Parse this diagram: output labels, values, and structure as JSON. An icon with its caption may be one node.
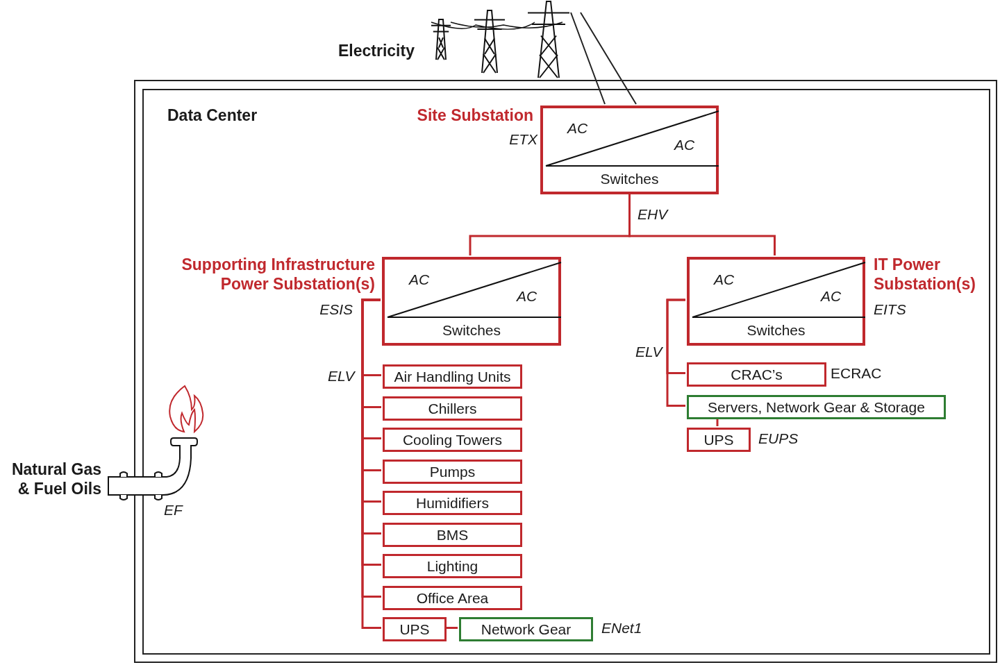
{
  "diagram": {
    "nodes": [
      {
        "text": [
          "Data Center"
        ]
      },
      {
        "text": [
          "Site Substation",
          "ETX",
          "AC",
          "AC",
          "Switches"
        ],
        "in": 0
      },
      {
        "text": [
          "Supporting Infrastructure Power Substation(s)",
          "ESIS",
          "AC",
          "AC",
          "Switches"
        ],
        "in": 0
      },
      {
        "text": [
          "IT Power Substation(s)",
          "EITS",
          "AC",
          "AC",
          "Switches"
        ],
        "in": 0
      },
      {
        "text": [
          "Air Handling Units"
        ],
        "in": 0
      },
      {
        "text": [
          "Chillers"
        ],
        "in": 0
      },
      {
        "text": [
          "Cooling Towers"
        ],
        "in": 0
      },
      {
        "text": [
          "Pumps"
        ],
        "in": 0
      },
      {
        "text": [
          "Humidifiers"
        ],
        "in": 0
      },
      {
        "text": [
          "BMS"
        ],
        "in": 0
      },
      {
        "text": [
          "Lighting"
        ],
        "in": 0
      },
      {
        "text": [
          "Office Area"
        ],
        "in": 0
      },
      {
        "text": [
          "UPS"
        ],
        "in": 0
      },
      {
        "text": [
          "Network Gear"
        ],
        "beside": [
          "ENet1"
        ],
        "in": 0
      },
      {
        "text": [
          "CRAC’s"
        ],
        "beside": [
          "ECRAC"
        ],
        "in": 0
      },
      {
        "text": [
          "Servers, Network Gear & Storage"
        ],
        "in": 0
      },
      {
        "text": [
          "UPS"
        ],
        "beside": [
          "EUPS"
        ],
        "in": 0
      },
      {
        "text": [],
        "shape": "picture",
        "beside": [
          "Electricity"
        ]
      }
    ],
    "edges": [
      {
        "from": 17,
        "to": 1,
        "arrow": "none",
        "color": "#222222"
      },
      {
        "from": 1,
        "to": 2,
        "arrow": "none"
      },
      {
        "from": 1,
        "to": 3,
        "arrow": "none"
      },
      {
        "from": 2,
        "to": 4,
        "arrow": "none"
      },
      {
        "from": 2,
        "to": 5,
        "arrow": "none"
      },
      {
        "from": 2,
        "to": 6,
        "arrow": "none"
      },
      {
        "from": 2,
        "to": 7,
        "arrow": "none"
      },
      {
        "from": 2,
        "to": 8,
        "arrow": "none"
      },
      {
        "from": 2,
        "to": 9,
        "arrow": "none"
      },
      {
        "from": 2,
        "to": 10,
        "arrow": "none"
      },
      {
        "from": 2,
        "to": 11,
        "arrow": "none"
      },
      {
        "from": 2,
        "to": 12,
        "arrow": "none"
      },
      {
        "from": 12,
        "to": 13,
        "arrow": "none"
      },
      {
        "from": 3,
        "to": 14,
        "arrow": "none"
      },
      {
        "from": 3,
        "to": 15,
        "arrow": "none"
      },
      {
        "from": 15,
        "to": 16,
        "arrow": "none"
      }
    ],
    "labels": [
      "EHV",
      "ELV",
      "ELV",
      "Natural Gas & Fuel Oils",
      "EF"
    ]
  }
}
